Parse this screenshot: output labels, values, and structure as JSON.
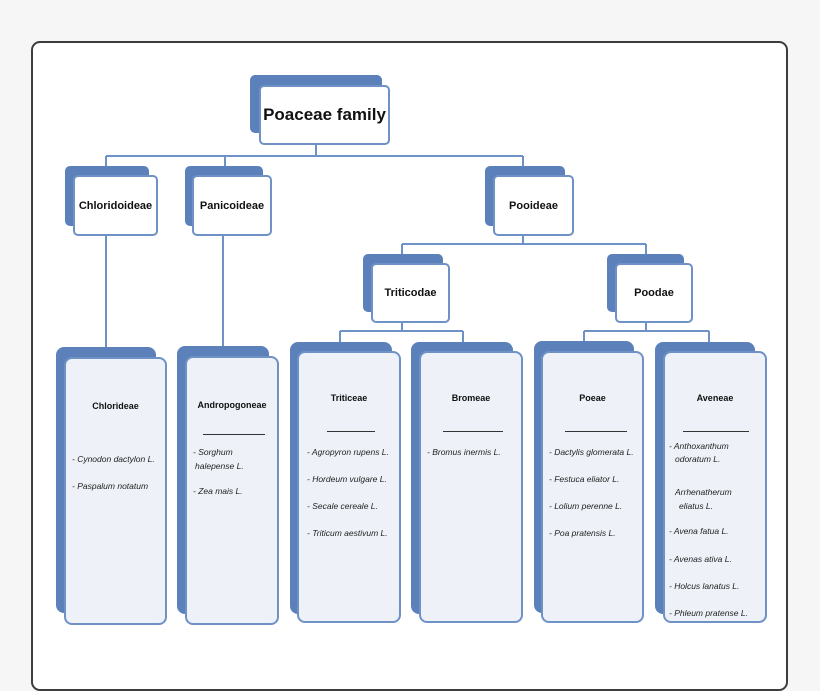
{
  "diagram": {
    "root": "Poaceae family",
    "subfamilies": {
      "chloridoideae": "Chloridoideae",
      "panicoideae": "Panicoideae",
      "pooideae": "Pooideae"
    },
    "supertribes": {
      "triticodae": "Triticodae",
      "poodae": "Poodae"
    },
    "tribes": {
      "chlorideae": {
        "name": "Chlorideae",
        "species": [
          "- Cynodon dactylon L.",
          "- Paspalum notatum"
        ]
      },
      "andropogoneae": {
        "name": "Andropogoneae",
        "species": [
          "- Sorghum",
          "halepense L.",
          "- Zea mais L."
        ]
      },
      "triticeae": {
        "name": "Triticeae",
        "species": [
          "- Agropyron rupens L.",
          "- Hordeum vulgare L.",
          "- Secale cereale L.",
          "- Triticum aestivum L."
        ]
      },
      "bromeae": {
        "name": "Bromeae",
        "species": [
          "- Bromus inermis L."
        ]
      },
      "poeae": {
        "name": "Poeae",
        "species": [
          "- Dactylis glomerata L.",
          "- Festuca eliator L.",
          "- Lolium perenne L.",
          "- Poa pratensis L."
        ]
      },
      "aveneae": {
        "name": "Aveneae",
        "species": [
          "- Anthoxanthum",
          "odoratum L.",
          "Arrhenatherum",
          "eliatus L.",
          "- Avena fatua L.",
          "- Avenas ativa L.",
          "- Holcus lanatus L.",
          "- Phleum pratense L."
        ]
      }
    }
  },
  "colors": {
    "box_fill": "#5b80ba",
    "box_border": "#6e92c6",
    "connector": "#6e92c6"
  }
}
